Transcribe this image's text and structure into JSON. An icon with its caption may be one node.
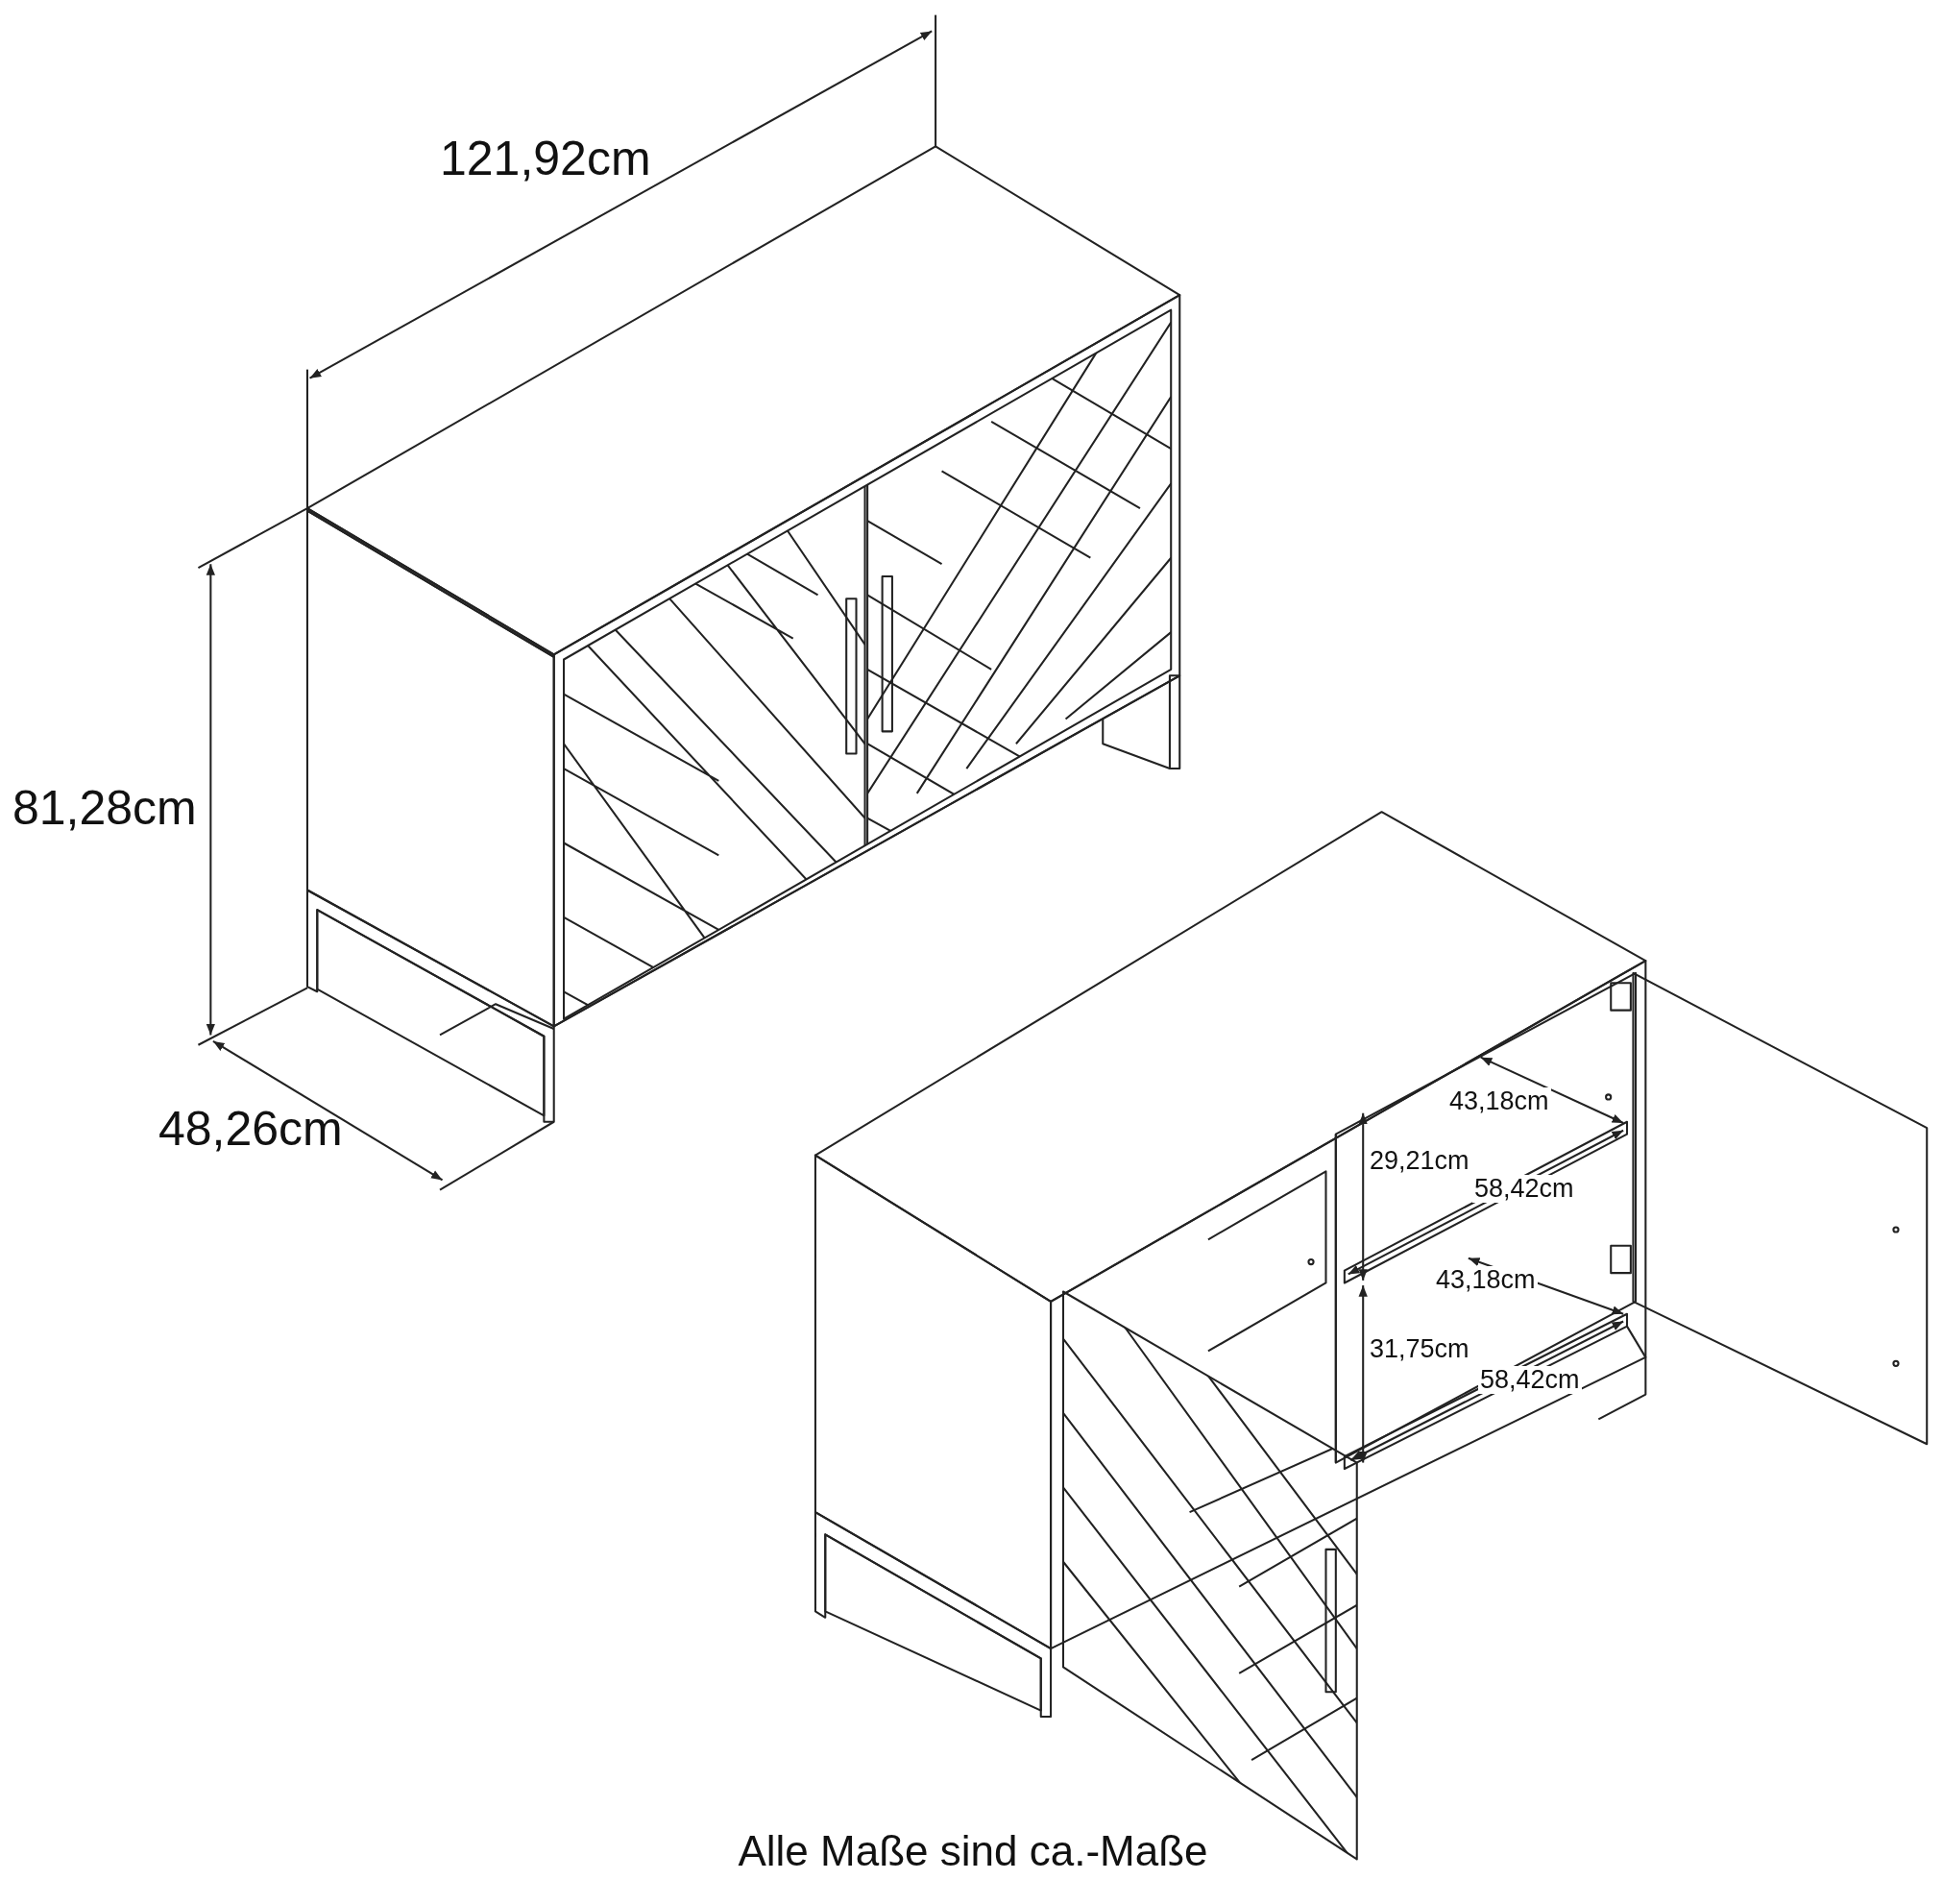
{
  "diagram": {
    "caption": "Alle Maße sind ca.-Maße",
    "labels": [
      "121,92cm",
      "81,28cm",
      "48,26cm",
      "43,18cm",
      "29,21cm",
      "58,42cm",
      "43,18cm",
      "31,75cm",
      "58,42cm"
    ]
  }
}
